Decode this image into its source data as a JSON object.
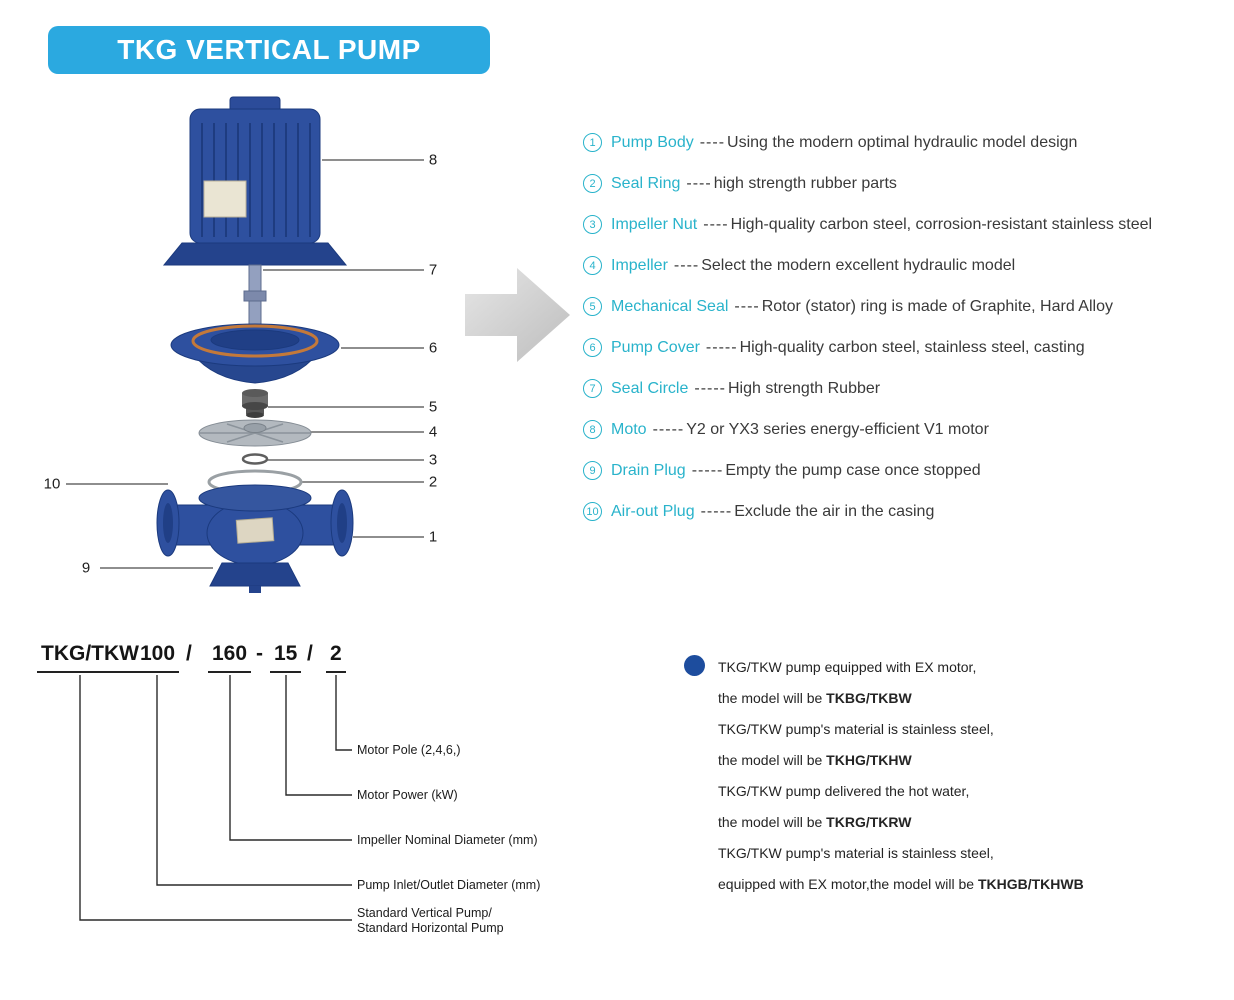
{
  "title": "TKG VERTICAL PUMP",
  "colors": {
    "banner": "#2BA9E0",
    "accent": "#29B3CB",
    "bullet": "#1D4D9E",
    "pump_blue": "#2E509F"
  },
  "callouts": [
    "8",
    "7",
    "6",
    "5",
    "4",
    "3",
    "2",
    "1",
    "10",
    "9"
  ],
  "parts": [
    {
      "num": "1",
      "name": "Pump Body",
      "sep": "----",
      "desc": "Using the modern optimal hydraulic model design"
    },
    {
      "num": "2",
      "name": "Seal Ring",
      "sep": "----",
      "desc": "high strength rubber parts"
    },
    {
      "num": "3",
      "name": "Impeller Nut",
      "sep": "----",
      "desc": "High-quality carbon steel, corrosion-resistant stainless steel"
    },
    {
      "num": "4",
      "name": "Impeller",
      "sep": "----",
      "desc": "Select the modern excellent hydraulic model"
    },
    {
      "num": "5",
      "name": "Mechanical Seal",
      "sep": "----",
      "desc": "Rotor (stator) ring is made of Graphite, Hard Alloy"
    },
    {
      "num": "6",
      "name": "Pump Cover",
      "sep": "-----",
      "desc": "High-quality carbon steel, stainless steel, casting"
    },
    {
      "num": "7",
      "name": "Seal Circle",
      "sep": "-----",
      "desc": "High strength Rubber"
    },
    {
      "num": "8",
      "name": "Moto",
      "sep": "-----",
      "desc": "Y2 or YX3 series energy-efficient V1 motor"
    },
    {
      "num": "9",
      "name": "Drain Plug",
      "sep": "-----",
      "desc": "Empty the pump case once stopped"
    },
    {
      "num": "10",
      "name": "Air-out Plug",
      "sep": "-----",
      "desc": "Exclude the air in the casing"
    }
  ],
  "model_code": {
    "tokens": [
      "TKG/TKW",
      "100",
      "/",
      "160",
      "-",
      "15",
      "/",
      "2"
    ],
    "labels": {
      "motor_pole": "Motor Pole (2,4,6,)",
      "motor_power": "Motor Power  (kW)",
      "impeller_diameter": "Impeller Nominal Diameter (mm)",
      "inlet_outlet": "Pump Inlet/Outlet Diameter (mm)",
      "standard_line1": "Standard Vertical Pump/",
      "standard_line2": "Standard  Horizontal Pump"
    }
  },
  "notes": [
    {
      "pre": "TKG/TKW pump equipped with EX motor,",
      "strong": ""
    },
    {
      "pre": "the model will be ",
      "strong": "TKBG/TKBW"
    },
    {
      "pre": "TKG/TKW pump's material is stainless steel,",
      "strong": ""
    },
    {
      "pre": "the model will be ",
      "strong": "TKHG/TKHW"
    },
    {
      "pre": "TKG/TKW pump delivered the hot water,",
      "strong": ""
    },
    {
      "pre": "the model will be ",
      "strong": "TKRG/TKRW"
    },
    {
      "pre": "TKG/TKW pump's material is stainless steel,",
      "strong": ""
    },
    {
      "pre": "equipped with EX motor,the model will be ",
      "strong": "TKHGB/TKHWB"
    }
  ]
}
